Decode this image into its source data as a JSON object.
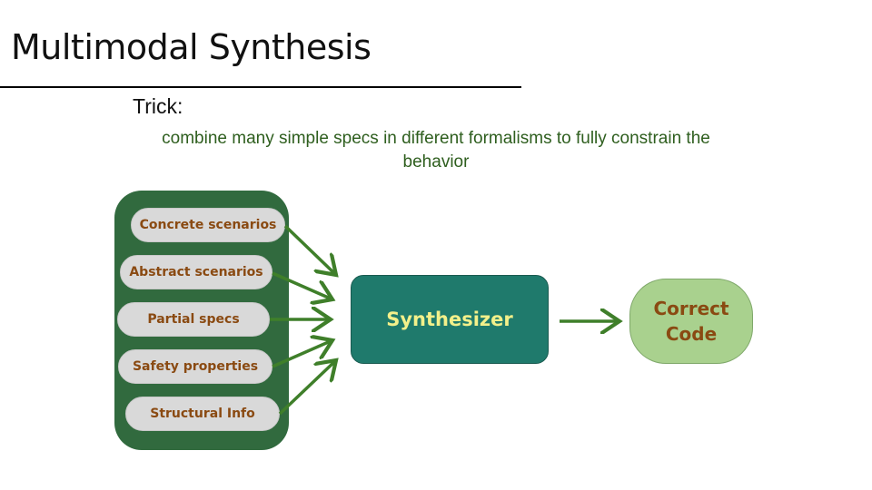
{
  "slide": {
    "title": "Multimodal Synthesis",
    "trick_label": "Trick:",
    "trick_text": "combine many simple specs in different formalisms to fully constrain the behavior"
  },
  "diagram": {
    "inputs": [
      {
        "label": "Concrete scenarios"
      },
      {
        "label": "Abstract scenarios"
      },
      {
        "label": "Partial specs"
      },
      {
        "label": "Safety properties"
      },
      {
        "label": "Structural Info"
      }
    ],
    "processor": {
      "label": "Synthesizer"
    },
    "output": {
      "line1": "Correct",
      "line2": "Code"
    },
    "colors": {
      "container": "#316a3e",
      "pill": "#d9d9d9",
      "pill_text": "#8a4a12",
      "processor": "#1f7a6c",
      "processor_text": "#f3f08a",
      "output": "#a9d18e",
      "arrow": "#3f7f2a",
      "subtitle_text": "#2e5e1e"
    }
  }
}
